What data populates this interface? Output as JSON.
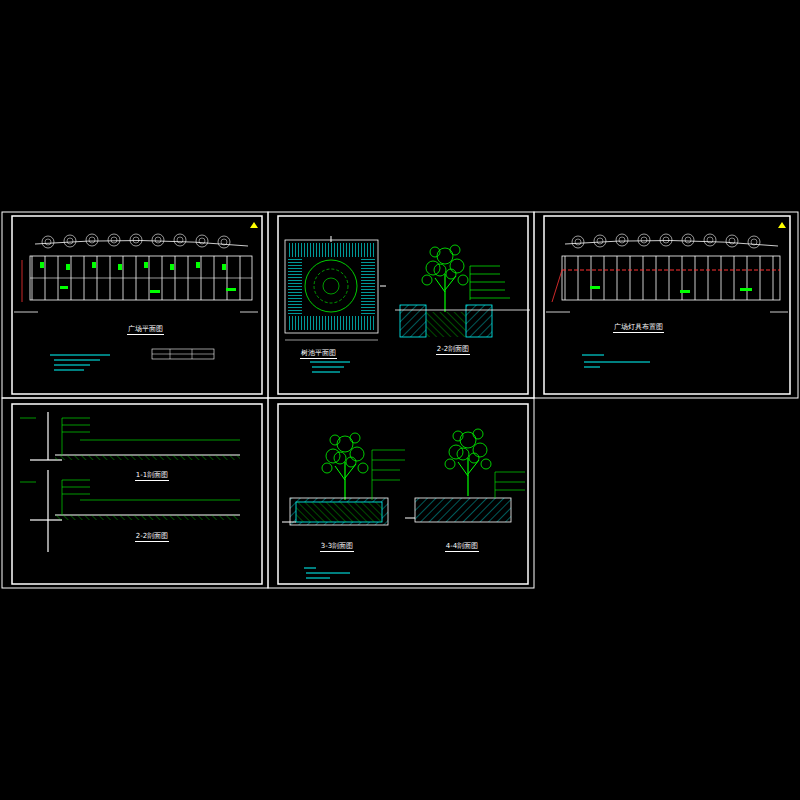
{
  "diagram": {
    "labels": [
      "广场平面图",
      "树池平面图",
      "2-2剖面图",
      "广场灯具布置图",
      "1-1剖面图",
      "2-2剖面图",
      "3-3剖面图",
      "4-4剖面图"
    ]
  }
}
